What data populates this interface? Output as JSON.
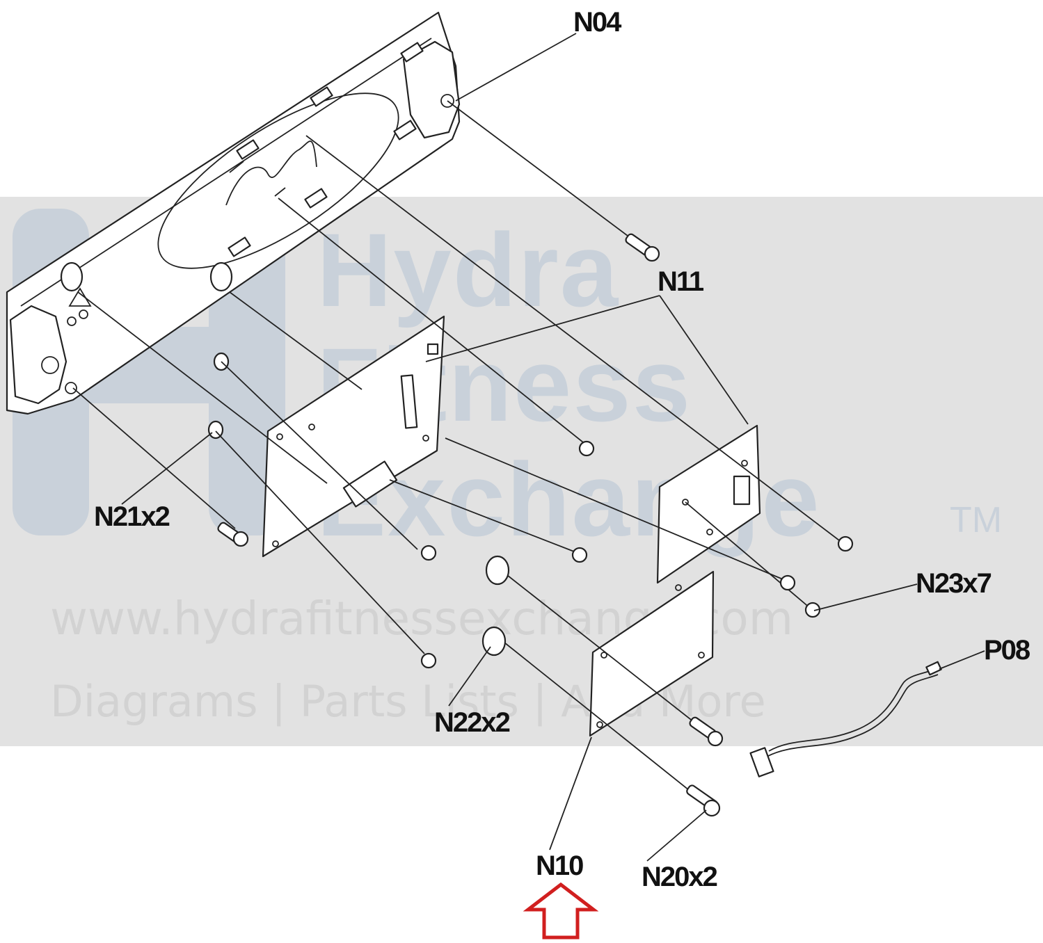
{
  "watermark": {
    "line1": "Hydra",
    "line2": "Fitness",
    "line3": "Exchange",
    "trademark": "TM",
    "url": "www.hydrafitnessexchange.com",
    "tagline": "Diagrams | Parts Lists | And More"
  },
  "callouts": {
    "n04": "N04",
    "n11": "N11",
    "n21": "N21x2",
    "n23": "N23x7",
    "p08": "P08",
    "n22": "N22x2",
    "n10": "N10",
    "n20": "N20x2"
  },
  "colors": {
    "watermark_band": "#e2e2e2",
    "watermark_text": "#c9d1da",
    "highlight_arrow": "#d11f1f",
    "line_art": "#222222"
  },
  "highlight": {
    "target": "N10",
    "icon": "up-arrow-icon"
  }
}
